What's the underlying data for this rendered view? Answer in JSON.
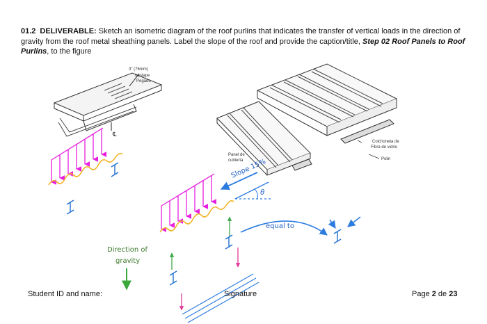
{
  "task": {
    "number": "01.2",
    "label": "DELIVERABLE:",
    "text_before": " Sketch an isometric diagram of the roof purlins that indicates the transfer of vertical loads in the direction of gravity from the roof metal sheathing panels. Label the slope of the roof and provide the caption/title, ",
    "caption": "Step 02 Roof Panels to Roof Purlins",
    "text_after": ", to the figure"
  },
  "detail_labels": {
    "overlap": "3\" (76mm)",
    "traslape": "traslape",
    "pegado": "Pegado"
  },
  "roof_labels": {
    "panel_line1": "Panel de",
    "panel_line2": "cubierta",
    "insulation_line1": "Colchoneta de",
    "insulation_line2": "Fibra de vidrio",
    "purlin": "Polin"
  },
  "sketch_labels": {
    "slope": "Slope 15%",
    "theta": "θ",
    "equal_to": "equal to",
    "gravity_line1": "Direction of",
    "gravity_line2": "gravity",
    "centerline": "℄"
  },
  "footer": {
    "student_label": "Student ID and name:",
    "signature_label": "Signature",
    "page_prefix": "Page ",
    "page_current": "2",
    "page_sep": " de ",
    "page_total": "23"
  },
  "colors": {
    "load_arrows": "#e81ee0",
    "panel_wave": "#f2b428",
    "purlin": "#1f6fd0",
    "slope": "#2c7ce0",
    "gravity": "#3aa83a",
    "gravity_text": "#3c7a2c",
    "reaction_up": "#42a84a",
    "reaction_down": "#e23a9a"
  }
}
